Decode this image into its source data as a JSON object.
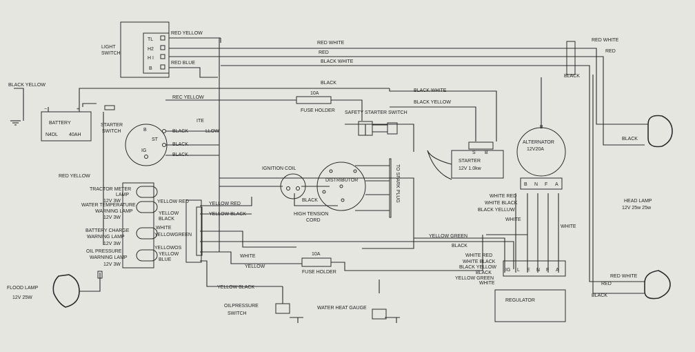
{
  "wire_labels": {
    "black_yellow_top": "BLACK YELLOW",
    "red_yellow_1": "RED YELLOW",
    "red_white_1": "RED WHITE",
    "red_1": "RED",
    "black_white_1": "BLACK WHITE",
    "red_blue": "RED BLUE",
    "black_1": "BLACK",
    "rec_yellow": "REC YELLOW",
    "black_white_2": "BLACK WHITE",
    "black_yellow_2": "BLACK YELLOW",
    "ite": "ITE",
    "llow": "LLOW",
    "black_b": "BLACK",
    "black_st": "BLACK",
    "black_ig": "BLACK",
    "red_yellow_2": "RED YELLOW",
    "yellow_red_1": "YELLOW RED",
    "yellow_red_2": "YELLOW RED",
    "yellow_1": "YELLOW",
    "black_2": "BLACK",
    "yellow_black_1": "YELLOW BLACK",
    "white_1": "WHITE",
    "yellow_green_1": "YELLOWGREEN",
    "yellow_os": "YELLOWOS",
    "yellow_2": "YELLOW",
    "blue_1": "BLUE",
    "white_2": "WHITE",
    "yellow_3": "YELLOW",
    "yellow_black_2": "YELLOW BLACK",
    "yellow_green_2": "YELLOW GREEN",
    "black_3": "BLACK",
    "black_dist": "BLACK",
    "black_4": "BLACK",
    "red_white_2": "RED WHITE",
    "red_2": "RED",
    "black_5": "BLACK",
    "black_6": "BLACK",
    "black_7": "BLACK",
    "red_white_3": "RED WHITE",
    "red_3": "RED",
    "black_8": "BLACK",
    "alt_white_red": "WHITE RED",
    "alt_white_black": "WHITE BLACK",
    "alt_black_yellow": "BLACK YELLUW",
    "alt_white": "WHITE",
    "white_3": "WHITE",
    "reg_white_red": "WHITE RED",
    "reg_white_black": "WHITE BLACK",
    "reg_black_yellow": "BLACK YELLOW",
    "reg_black": "BLACK",
    "reg_yellow_green": "YELLOW GREEN",
    "reg_white": "WHITE"
  },
  "components": {
    "light_switch_1": "LIGHT",
    "light_switch_2": "SWITCH",
    "ls_tl": "TL",
    "ls_h2": "H2",
    "ls_h1": "H I",
    "ls_b": "B",
    "battery": "BATTERY",
    "battery_model": "N4DL",
    "battery_cap": "40AH",
    "starter_switch_1": "STARTER",
    "starter_switch_2": "SWITCH",
    "ss_b": "B",
    "ss_st": "ST",
    "ss_ig": "IG",
    "fuse_10a_1": "10A",
    "fuse_holder_1": "FUSE HOLDER",
    "safety_starter_switch": "SAFETY STARTER SWITCH",
    "ignition_coil": "IGNITION COIL",
    "distributor": "DISTRIBUTOR",
    "high_tension_1": "HIGH TENSION",
    "high_tension_2": "CORD",
    "to_spark_plug": "TO SPARK PLUG",
    "starter": "STARTER",
    "starter_spec": "12V 1.0kw",
    "starter_s": "S",
    "starter_b": "B",
    "alternator_b": "B",
    "alternator": "ALTERNATOR",
    "alternator_spec": "12V20A",
    "alt_terminals": [
      "B",
      "N",
      "F",
      "A"
    ],
    "head_lamp": "HEAD LAMP",
    "head_lamp_spec": "12V 25w 25w",
    "tractor_meter_1": "TRACTOR METER",
    "tractor_meter_2": "LAMP",
    "tractor_meter_3": "12V  3W",
    "water_temp_1": "WATER TEMPERATURE",
    "water_temp_2": "WARNING LAMP",
    "water_temp_3": "12V  3W",
    "battery_charge_1": "BATTERY CHARGE",
    "battery_charge_2": "WARNING LAMP",
    "battery_charge_3": "12V  3W",
    "oil_pressure_1": "OIL PRESSURE",
    "oil_pressure_2": "WARNING LAMP",
    "oil_pressure_3": "12V  3W",
    "flood_lamp_1": "FLOOD LAMP",
    "flood_lamp_2": "12V 25W",
    "fuse_10a_2": "10A",
    "fuse_holder_2": "FUSE HOLDER",
    "oil_switch_1": "OILPRESSURE",
    "oil_switch_2": "SWITCH",
    "water_heat_gauge": "WATER HEAT GAUGE",
    "regulator": "REGULATOR",
    "reg_terminals": [
      "IG",
      "L",
      "E",
      "N",
      "F",
      "A"
    ]
  }
}
